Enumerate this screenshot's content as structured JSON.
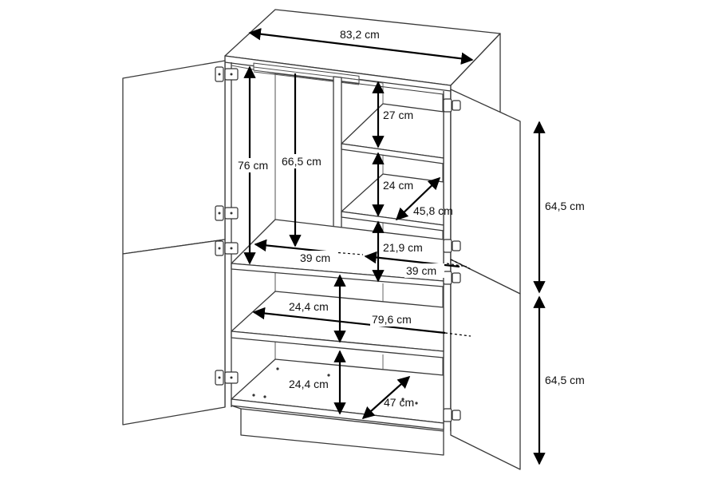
{
  "diagram": {
    "dimensions": [
      {
        "id": "top-width",
        "text": "83,2 cm"
      },
      {
        "id": "inner-height-left",
        "text": "76 cm"
      },
      {
        "id": "rail-height",
        "text": "66,5 cm"
      },
      {
        "id": "top-shelf-gap",
        "text": "27 cm"
      },
      {
        "id": "middle-shelf-gap",
        "text": "24 cm"
      },
      {
        "id": "small-shelf-depth",
        "text": "45,8 cm"
      },
      {
        "id": "lower-right-gap",
        "text": "21,9 cm"
      },
      {
        "id": "left-depth",
        "text": "39 cm"
      },
      {
        "id": "right-depth",
        "text": "39 cm"
      },
      {
        "id": "lower-shelf-gap-upper",
        "text": "24,4 cm"
      },
      {
        "id": "inner-width",
        "text": "79,6 cm"
      },
      {
        "id": "lower-shelf-gap-lower",
        "text": "24,4 cm"
      },
      {
        "id": "bottom-depth",
        "text": "47 cm"
      },
      {
        "id": "door-upper-height",
        "text": "64,5 cm"
      },
      {
        "id": "door-lower-height",
        "text": "64,5 cm"
      }
    ]
  }
}
